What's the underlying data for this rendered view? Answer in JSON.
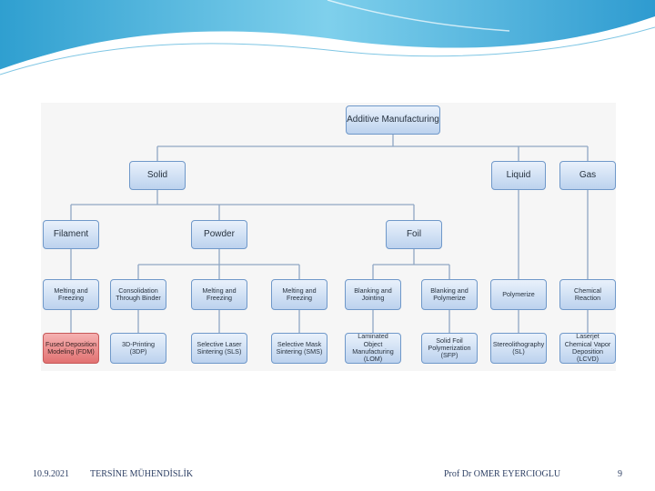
{
  "diagram": {
    "root": "Additive Manufacturing",
    "level1": [
      "Solid",
      "Liquid",
      "Gas"
    ],
    "level2": [
      "Filament",
      "Powder",
      "Foil"
    ],
    "process": [
      "Melting and Freezing",
      "Consolidation Through Binder",
      "Melting and Freezing",
      "Melting and Freezing",
      "Blanking and Jointing",
      "Blanking and Polymerize",
      "Polymerize",
      "Chemical Reaction"
    ],
    "technology": [
      "Fused Deposition Modeling (FDM)",
      "3D-Printing (3DP)",
      "Selective Laser Sintering (SLS)",
      "Selective Mask Sintering (SMS)",
      "Laminated Object Manufacturing (LOM)",
      "Solid Foil Polymerization (SFP)",
      "Stereolithography (SL)",
      "Laserjet Chemical Vapor Deposition (LCVD)"
    ],
    "highlight_color": "#e27272",
    "node_color": "#bcd2ee"
  },
  "footer": {
    "date": "10.9.2021",
    "department": "TERSİNE MÜHENDİSLİK",
    "author": "Prof Dr OMER EYERCIOGLU",
    "page": "9"
  }
}
